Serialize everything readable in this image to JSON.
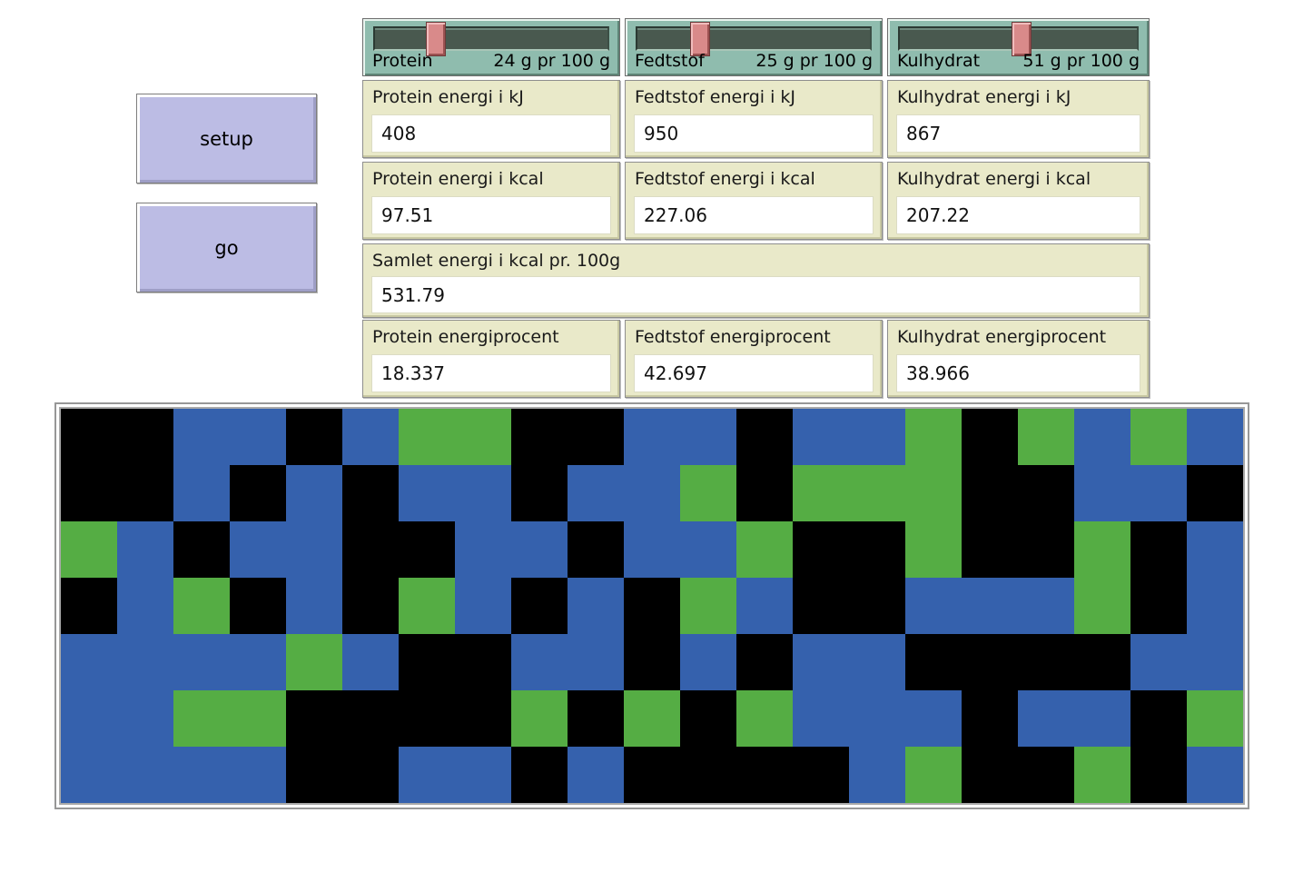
{
  "buttons": {
    "setup_label": "setup",
    "go_label": "go"
  },
  "sliders": [
    {
      "name": "Protein",
      "value": 24,
      "min": 0,
      "max": 100,
      "value_text": "24 g pr 100 g"
    },
    {
      "name": "Fedtstof",
      "value": 25,
      "min": 0,
      "max": 100,
      "value_text": "25 g pr 100 g"
    },
    {
      "name": "Kulhydrat",
      "value": 51,
      "min": 0,
      "max": 100,
      "value_text": "51 g pr 100 g"
    }
  ],
  "monitors": [
    {
      "label": "Protein energi i kJ",
      "value": "408"
    },
    {
      "label": "Fedtstof energi i kJ",
      "value": "950"
    },
    {
      "label": "Kulhydrat energi i kJ",
      "value": "867"
    },
    {
      "label": "Protein energi i kcal",
      "value": "97.51"
    },
    {
      "label": "Fedtstof energi i kcal",
      "value": "227.06"
    },
    {
      "label": "Kulhydrat energi i kcal",
      "value": "207.22"
    },
    {
      "label": "Samlet energi i kcal pr. 100g",
      "value": "531.79"
    },
    {
      "label": "Protein energiprocent",
      "value": "18.337"
    },
    {
      "label": "Fedtstof energiprocent",
      "value": "42.697"
    },
    {
      "label": "Kulhydrat energiprocent",
      "value": "38.966"
    }
  ],
  "world": {
    "columns": 21,
    "rows_count": 7,
    "patch_size": 62,
    "legend": {
      "k": "black patch",
      "b": "blue patch",
      "g": "green patch"
    },
    "rows": [
      "kkbbkbggkkbbkbbgkgbgb",
      "kkbkbkbbkbbgkgggkkbbk",
      "gbkbbkkbbkbbgkkgkkgkb",
      "kbgkbkgbkbkgbkkbbbgkb",
      "bbbbgbkkbbkbkbbkkkkbb",
      "bbggkkkkgkgkgbbbkbbkg",
      "bbbbkkbbkbkkkkbgkkgkb"
    ]
  },
  "colors": {
    "patch_black": "#000000",
    "patch_blue": "#3561ad",
    "patch_green": "#55ad44",
    "slider_background": "#8fbcae",
    "slider_handle": "#d98a8a",
    "button_background": "#bcbce4",
    "monitor_background": "#e9e9c9"
  }
}
